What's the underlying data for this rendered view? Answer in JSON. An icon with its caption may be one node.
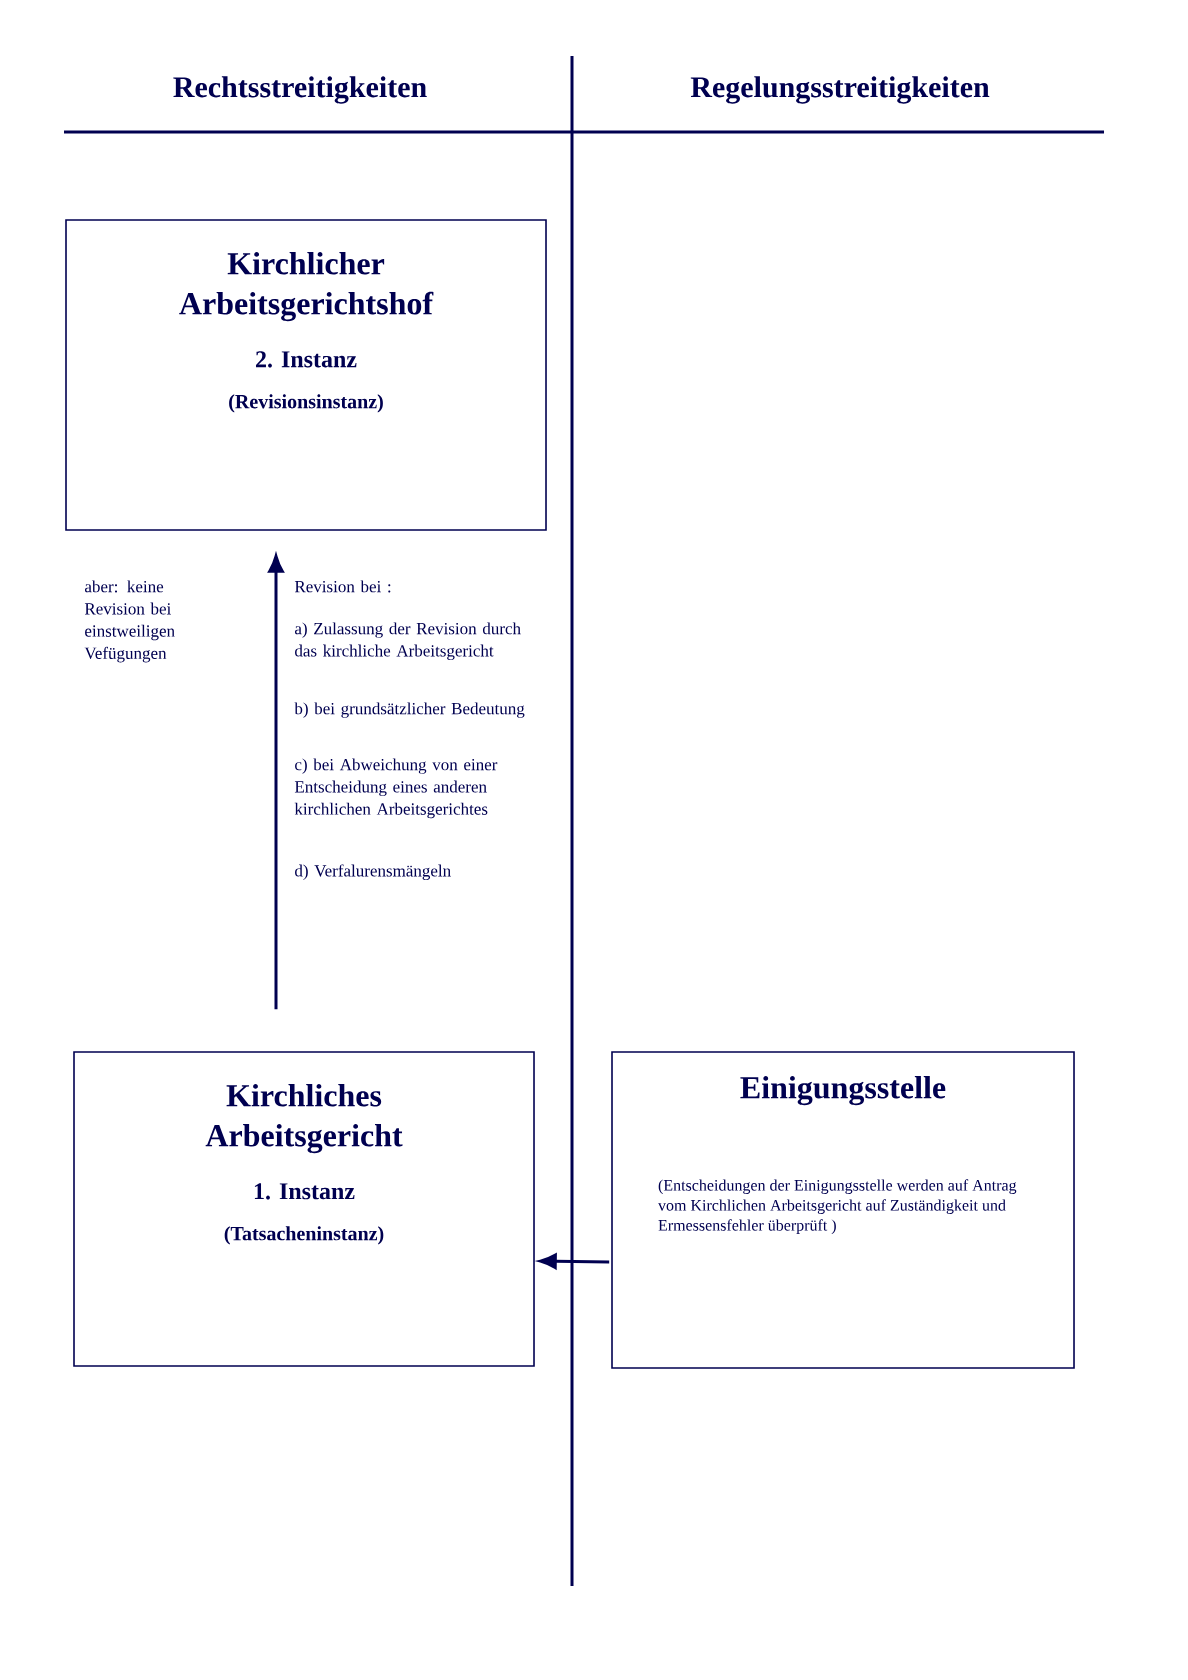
{
  "diagram": {
    "nodes": [
      {
        "text": [
          "Kirchlicher Arbeitsgerichtshof",
          "2. Instanz",
          "(Revisionsinstanz)"
        ]
      },
      {
        "text": [
          "Kirchliches Arbeitsgericht",
          "1. Instanz",
          "(Tatsacheninstanz)"
        ]
      },
      {
        "text": [
          "Einigungsstelle",
          "(Entscheidungen der Einigungsstelle werden auf Antrag vom Kirchlichen Arbeitsgericht auf Zuständigkeit und Ermessensfehler überprüft )"
        ]
      }
    ],
    "edges": [
      {
        "from": 1,
        "to": 0,
        "arrow": "to"
      },
      {
        "from": 2,
        "to": 1,
        "arrow": "to"
      }
    ],
    "labels": [
      "Rechtsstreitigkeiten",
      "Regelungsstreitigkeiten",
      "aber: keine Revision bei einstweiligen Vefügungen",
      "Revision bei :",
      "a) Zulassung der Revision durch das kirchliche Arbeitsgericht",
      "b) bei grundsätzlicher Bedeutung",
      "c) bei Abweichung von einer Entscheidung eines anderen kirchlichen Arbeitsgerichtes",
      "d) Verfalurensmängeln"
    ]
  }
}
